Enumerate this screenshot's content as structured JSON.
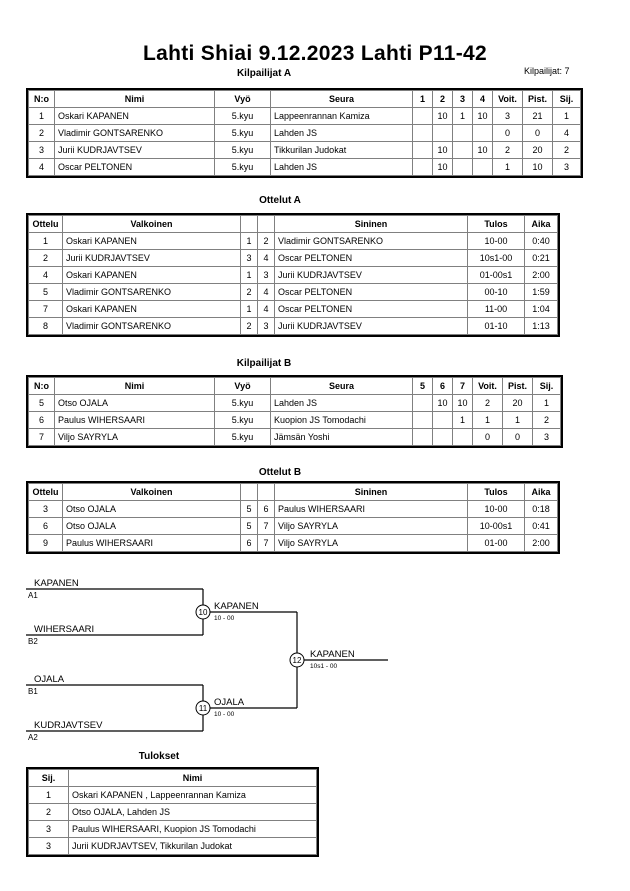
{
  "document": {
    "title": "Lahti Shiai  9.12.2023  Lahti   P11-42",
    "entrants_label": "Kilpailijat: 7"
  },
  "pool_a": {
    "caption": "Kilpailijat A",
    "headers": {
      "no": "N:o",
      "name": "Nimi",
      "belt": "Vyö",
      "club": "Seura",
      "cols": [
        "1",
        "2",
        "3",
        "4"
      ],
      "wins": "Voit.",
      "points": "Pist.",
      "rank": "Sij."
    },
    "rows": [
      {
        "no": "1",
        "name": "Oskari KAPANEN",
        "belt": "5.kyu",
        "club": "Lappeenrannan Kamiza",
        "scores": [
          "",
          "10",
          "1",
          "10"
        ],
        "wins": "3",
        "points": "21",
        "rank": "1"
      },
      {
        "no": "2",
        "name": "Vladimir GONTSARENKO",
        "belt": "5.kyu",
        "club": "Lahden JS",
        "scores": [
          "",
          "",
          "",
          ""
        ],
        "wins": "0",
        "points": "0",
        "rank": "4"
      },
      {
        "no": "3",
        "name": "Jurii KUDRJAVTSEV",
        "belt": "5.kyu",
        "club": "Tikkurilan Judokat",
        "scores": [
          "",
          "10",
          "",
          "10"
        ],
        "wins": "2",
        "points": "20",
        "rank": "2"
      },
      {
        "no": "4",
        "name": "Oscar PELTONEN",
        "belt": "5.kyu",
        "club": "Lahden JS",
        "scores": [
          "",
          "10",
          "",
          ""
        ],
        "wins": "1",
        "points": "10",
        "rank": "3"
      }
    ]
  },
  "matches_a": {
    "caption": "Ottelut A",
    "headers": {
      "match": "Ottelu",
      "white": "Valkoinen",
      "blue": "Sininen",
      "result": "Tulos",
      "time": "Aika"
    },
    "rows": [
      {
        "match": "1",
        "white": "Oskari KAPANEN",
        "wn": "1",
        "bn": "2",
        "blue": "Vladimir GONTSARENKO",
        "result": "10-00",
        "time": "0:40"
      },
      {
        "match": "2",
        "white": "Jurii KUDRJAVTSEV",
        "wn": "3",
        "bn": "4",
        "blue": "Oscar PELTONEN",
        "result": "10s1-00",
        "time": "0:21"
      },
      {
        "match": "4",
        "white": "Oskari KAPANEN",
        "wn": "1",
        "bn": "3",
        "blue": "Jurii KUDRJAVTSEV",
        "result": "01-00s1",
        "time": "2:00"
      },
      {
        "match": "5",
        "white": "Vladimir GONTSARENKO",
        "wn": "2",
        "bn": "4",
        "blue": "Oscar PELTONEN",
        "result": "00-10",
        "time": "1:59"
      },
      {
        "match": "7",
        "white": "Oskari KAPANEN",
        "wn": "1",
        "bn": "4",
        "blue": "Oscar PELTONEN",
        "result": "11-00",
        "time": "1:04"
      },
      {
        "match": "8",
        "white": "Vladimir GONTSARENKO",
        "wn": "2",
        "bn": "3",
        "blue": "Jurii KUDRJAVTSEV",
        "result": "01-10",
        "time": "1:13"
      }
    ]
  },
  "pool_b": {
    "caption": "Kilpailijat B",
    "headers": {
      "no": "N:o",
      "name": "Nimi",
      "belt": "Vyö",
      "club": "Seura",
      "cols": [
        "5",
        "6",
        "7"
      ],
      "wins": "Voit.",
      "points": "Pist.",
      "rank": "Sij."
    },
    "rows": [
      {
        "no": "5",
        "name": "Otso OJALA",
        "belt": "5.kyu",
        "club": "Lahden JS",
        "scores": [
          "",
          "10",
          "10"
        ],
        "wins": "2",
        "points": "20",
        "rank": "1"
      },
      {
        "no": "6",
        "name": "Paulus WIHERSAARI",
        "belt": "5.kyu",
        "club": "Kuopion JS Tomodachi",
        "scores": [
          "",
          "",
          "1"
        ],
        "wins": "1",
        "points": "1",
        "rank": "2"
      },
      {
        "no": "7",
        "name": "Viljo SAYRYLA",
        "belt": "5.kyu",
        "club": "Jämsän Yoshi",
        "scores": [
          "",
          "",
          ""
        ],
        "wins": "0",
        "points": "0",
        "rank": "3"
      }
    ]
  },
  "matches_b": {
    "caption": "Ottelut B",
    "headers": {
      "match": "Ottelu",
      "white": "Valkoinen",
      "blue": "Sininen",
      "result": "Tulos",
      "time": "Aika"
    },
    "rows": [
      {
        "match": "3",
        "white": "Otso OJALA",
        "wn": "5",
        "bn": "6",
        "blue": "Paulus WIHERSAARI",
        "result": "10-00",
        "time": "0:18"
      },
      {
        "match": "6",
        "white": "Otso OJALA",
        "wn": "5",
        "bn": "7",
        "blue": "Viljo SAYRYLA",
        "result": "10-00s1",
        "time": "0:41"
      },
      {
        "match": "9",
        "white": "Paulus WIHERSAARI",
        "wn": "6",
        "bn": "7",
        "blue": "Viljo SAYRYLA",
        "result": "01-00",
        "time": "2:00"
      }
    ]
  },
  "bracket": {
    "entries": [
      {
        "name": "KAPANEN",
        "seed": "A1"
      },
      {
        "name": "WIHERSAARI",
        "seed": "B2"
      },
      {
        "name": "OJALA",
        "seed": "B1"
      },
      {
        "name": "KUDRJAVTSEV",
        "seed": "A2"
      }
    ],
    "semifinals": [
      {
        "number": "10",
        "winner": "KAPANEN",
        "score": "10 - 00"
      },
      {
        "number": "11",
        "winner": "OJALA",
        "score": "10 - 00"
      }
    ],
    "final": {
      "number": "12",
      "winner": "KAPANEN",
      "score": "10s1 - 00"
    }
  },
  "results": {
    "caption": "Tulokset",
    "headers": {
      "rank": "Sij.",
      "name": "Nimi"
    },
    "rows": [
      {
        "rank": "1",
        "name": "Oskari KAPANEN , Lappeenrannan Kamiza"
      },
      {
        "rank": "2",
        "name": "Otso OJALA, Lahden JS"
      },
      {
        "rank": "3",
        "name": "Paulus WIHERSAARI, Kuopion JS Tomodachi"
      },
      {
        "rank": "3",
        "name": "Jurii KUDRJAVTSEV, Tikkurilan Judokat"
      }
    ]
  }
}
